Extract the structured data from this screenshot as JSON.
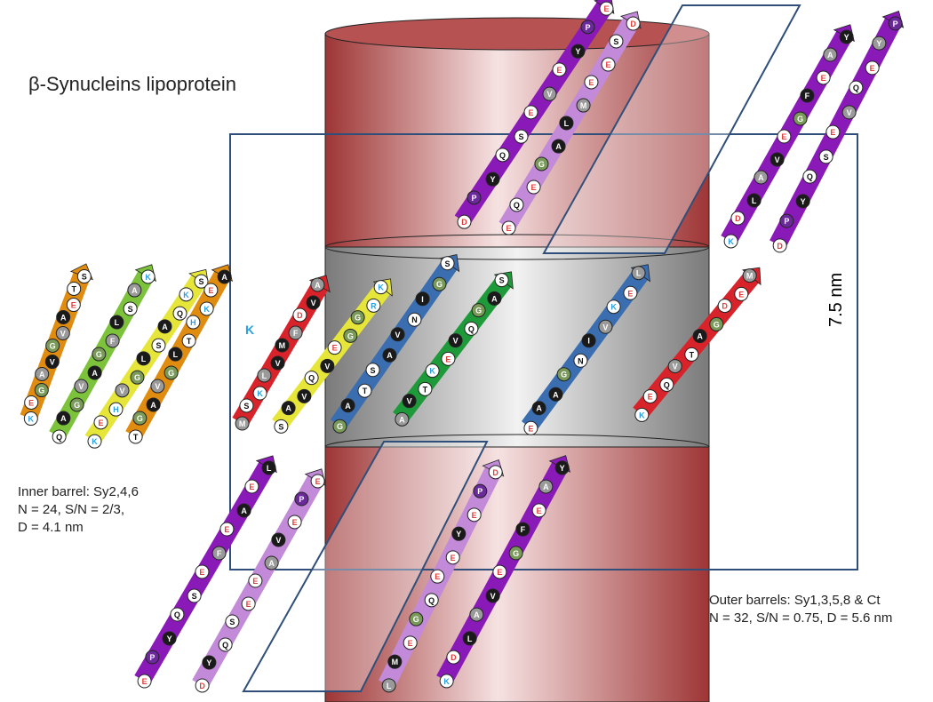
{
  "title": "β-Synucleins lipoprotein",
  "inner_barrel": {
    "line1": "Inner barrel: Sy2,4,6",
    "line2": "N = 24, S/N = 2/3,",
    "line3": "D = 4.1 nm"
  },
  "outer_barrels": {
    "line1": "Outer barrels: Sy1,3,5,8 & Ct",
    "line2": "N = 32, S/N = 0.75, D = 5.6 nm"
  },
  "dimension_label": "7.5 nm",
  "side_residue_label": "K",
  "colors": {
    "cylinder_red": "#b34a4a",
    "cylinder_light": "#f4dede",
    "band_gray": "#e3e3e3",
    "frame_blue": "#2f4f7a",
    "residue_hydrophobic": "#1a1a1a",
    "residue_acidic": "#e23b3b",
    "residue_basic": "#2aa0e0",
    "strand_colors": [
      "#e08c10",
      "#7cc23a",
      "#1f9a3a",
      "#e6e63a",
      "#d8232a",
      "#4aa0a8",
      "#3a6eb0",
      "#8a1ab8",
      "#c28ad8"
    ]
  },
  "strand_sequences": {
    "inner_1": [
      "K",
      "E",
      "G",
      "A",
      "V",
      "G",
      "V",
      "A",
      "E",
      "T",
      "S"
    ],
    "inner_2": [
      "Q",
      "A",
      "G",
      "V",
      "A",
      "G",
      "F",
      "L",
      "S",
      "A",
      "K"
    ],
    "inner_3": [
      "K",
      "E",
      "H",
      "V",
      "G",
      "L",
      "S",
      "A",
      "Q",
      "K",
      "S"
    ],
    "inner_4": [
      "T",
      "G",
      "A",
      "V",
      "G",
      "L",
      "T",
      "H",
      "K",
      "E",
      "A"
    ],
    "outer_1": [
      "M",
      "S",
      "K",
      "L",
      "V",
      "M",
      "F",
      "D",
      "V",
      "A"
    ],
    "outer_2": [
      "S",
      "A",
      "V",
      "Q",
      "V",
      "E",
      "G",
      "G",
      "R",
      "K"
    ],
    "outer_3": [
      "G",
      "A",
      "T",
      "S",
      "A",
      "V",
      "N",
      "I",
      "G",
      "S"
    ],
    "outer_4": [
      "A",
      "V",
      "T",
      "K",
      "E",
      "V",
      "Q",
      "G",
      "A",
      "S"
    ],
    "outer_5": [
      "E",
      "A",
      "A",
      "G",
      "N",
      "I",
      "V",
      "K",
      "E",
      "L"
    ],
    "outer_6": [
      "K",
      "E",
      "Q",
      "V",
      "T",
      "A",
      "G",
      "D",
      "E",
      "M"
    ],
    "top_1": [
      "D",
      "P",
      "Y",
      "Q",
      "S",
      "E",
      "V",
      "E",
      "Y",
      "P",
      "E"
    ],
    "top_2": [
      "E",
      "Q",
      "E",
      "G",
      "A",
      "L",
      "M",
      "E",
      "E",
      "S",
      "D"
    ],
    "top_3": [
      "K",
      "D",
      "L",
      "A",
      "V",
      "E",
      "G",
      "F",
      "E",
      "A",
      "Y"
    ],
    "top_4": [
      "D",
      "P",
      "Y",
      "Q",
      "S",
      "E",
      "V",
      "Q",
      "E",
      "Y",
      "P"
    ],
    "bottom_1": [
      "E",
      "P",
      "Y",
      "Q",
      "S",
      "E",
      "F",
      "E",
      "A",
      "E",
      "L"
    ],
    "bottom_2": [
      "D",
      "Y",
      "Q",
      "S",
      "E",
      "E",
      "A",
      "V",
      "E",
      "P",
      "E"
    ],
    "bottom_3": [
      "L",
      "M",
      "E",
      "G",
      "Q",
      "E",
      "E",
      "Y",
      "E",
      "P",
      "D"
    ],
    "bottom_4": [
      "K",
      "D",
      "L",
      "A",
      "V",
      "E",
      "G",
      "F",
      "E",
      "A",
      "Y"
    ]
  }
}
